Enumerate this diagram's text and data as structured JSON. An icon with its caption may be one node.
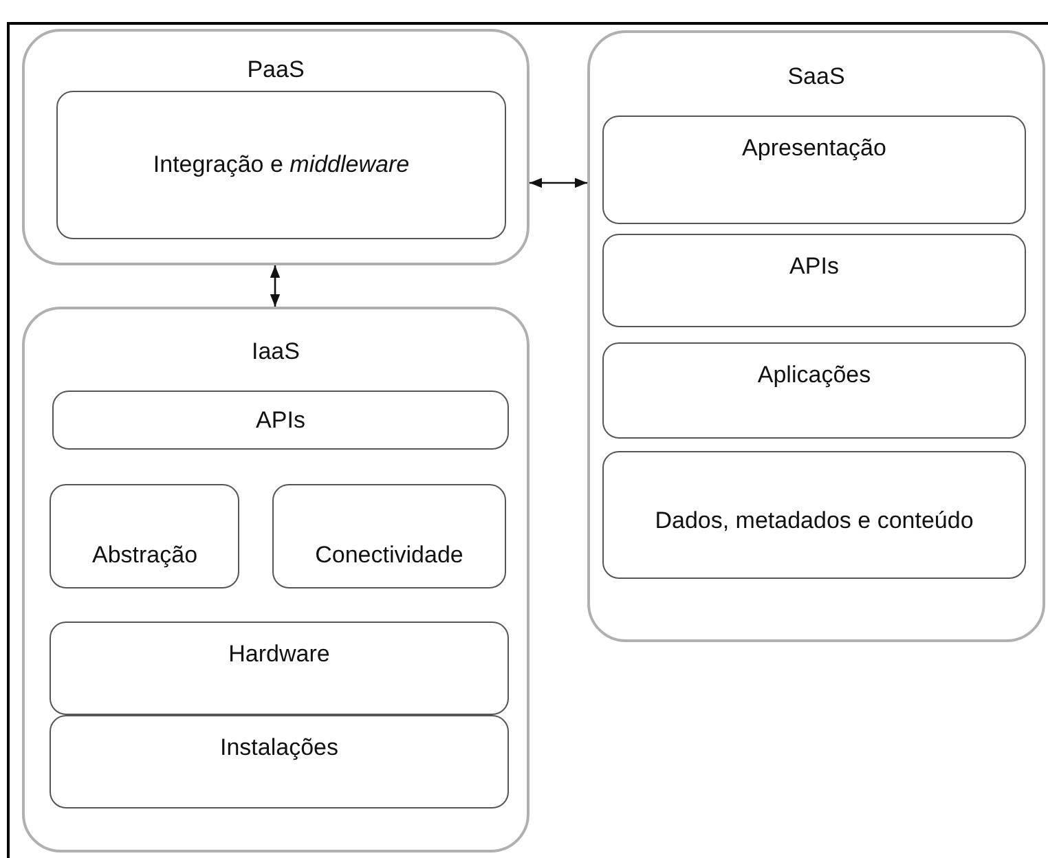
{
  "diagram": {
    "nodes": [
      {
        "text": [
          "PaaS"
        ]
      },
      {
        "text": [
          "Integração e *middleware*"
        ],
        "in": 0
      },
      {
        "text": [
          "SaaS"
        ]
      },
      {
        "text": [
          "Apresentação"
        ],
        "in": 2
      },
      {
        "text": [
          "APIs"
        ],
        "in": 2
      },
      {
        "text": [
          "Aplicações"
        ],
        "in": 2
      },
      {
        "text": [
          "Dados, metadados e conteúdo"
        ],
        "in": 2
      },
      {
        "text": [
          "IaaS"
        ]
      },
      {
        "text": [
          "APIs"
        ],
        "in": 7
      },
      {
        "text": [
          "Abstração"
        ],
        "in": 7
      },
      {
        "text": [
          "Conectividade"
        ],
        "in": 7
      },
      {
        "text": [
          "Hardware"
        ],
        "in": 7
      },
      {
        "text": [
          "Instalações"
        ],
        "in": 7
      }
    ],
    "edges": [
      {
        "from": 0,
        "to": 2,
        "arrow": "both"
      },
      {
        "from": 0,
        "to": 7,
        "arrow": "both"
      }
    ]
  }
}
